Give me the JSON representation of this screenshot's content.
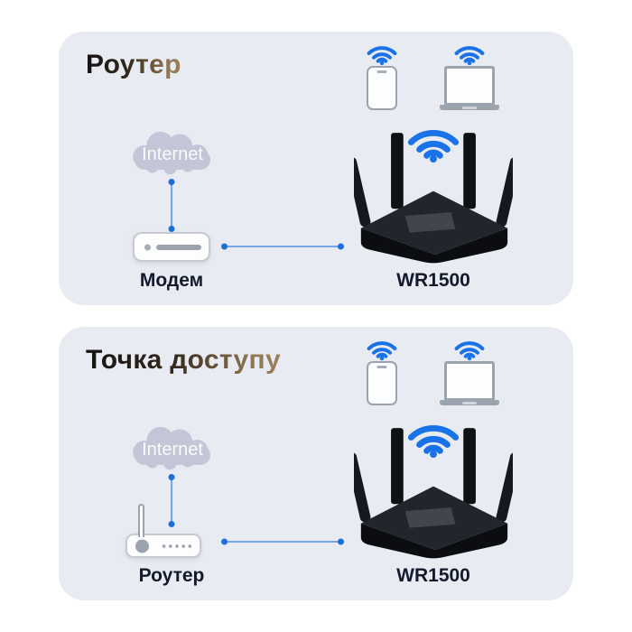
{
  "colors": {
    "page_bg": "#ffffff",
    "panel_bg": "#e9ebf3",
    "wifi_blue": "#1a72e8",
    "connector_line": "#74a7ea",
    "connector_dot": "#1d6fd6",
    "cloud_fill": "#c2c6d6",
    "cloud_text": "#ffffff",
    "device_outline_gray": "#9aa3ae",
    "label_text": "#131a2c",
    "title_gradient_start": "#141414",
    "title_gradient_end": "#8f7552",
    "router_body_black": "#1d2127"
  },
  "panels": [
    {
      "title": "Роутер",
      "internet_label": "Internet",
      "source_device_label": "Модем",
      "source_device_icon": "modem-icon",
      "product_label": "WR1500",
      "client_device_icons": [
        "wifi-icon",
        "smartphone-icon",
        "wifi-icon",
        "laptop-icon"
      ]
    },
    {
      "title": "Точка доступу",
      "internet_label": "Internet",
      "source_device_label": "Роутер",
      "source_device_icon": "router-icon",
      "product_label": "WR1500",
      "client_device_icons": [
        "wifi-icon",
        "smartphone-icon",
        "wifi-icon",
        "laptop-icon"
      ]
    }
  ]
}
